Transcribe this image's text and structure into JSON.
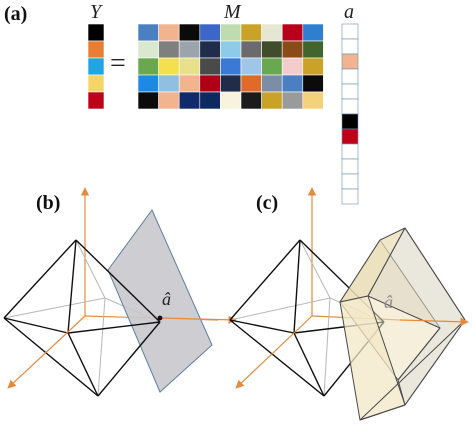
{
  "panels": {
    "a": {
      "label": "(a)"
    },
    "b": {
      "label": "(b)"
    },
    "c": {
      "label": "(c)"
    }
  },
  "labels": {
    "Y": "Y",
    "M": "M",
    "a": "a",
    "equals": "=",
    "a_hat_b": "â",
    "a_hat_c": "â"
  },
  "colors": {
    "axis": "#e88a3c",
    "vector_border": "#6b8fb8",
    "plane_fill": "#c9c8cc",
    "plane_stroke": "#5d7fa6",
    "slab_fill": "#f1e8c9",
    "slab_stroke": "#4a4a4a",
    "edge_dark": "#111111",
    "edge_light": "#b8b8b8"
  },
  "vector_Y": [
    "#000000",
    "#e87e33",
    "#1fa6e0",
    "#f6d465",
    "#c00018"
  ],
  "matrix_M": [
    [
      "#4a7fc1",
      "#f2b48e",
      "#0b0b0b",
      "#3d66c9",
      "#bfdcb0",
      "#c9a227",
      "#e6e6d4",
      "#b8001c",
      "#2f7fd1"
    ],
    [
      "#d9e8cf",
      "#7f7f7f",
      "#9ba3ad",
      "#1f2d4b",
      "#8ecbe8",
      "#6b6b6b",
      "#3f4d2a",
      "#8a4a1a",
      "#41652c"
    ],
    [
      "#6aa84f",
      "#f4e04d",
      "#e8e08a",
      "#4a4a4a",
      "#3c78d8",
      "#9fc5e8",
      "#6aa84f",
      "#f4cccc",
      "#c9a227"
    ],
    [
      "#1e88e5",
      "#90c0e0",
      "#f2b48e",
      "#b00018",
      "#1f2d4b",
      "#e06a2a",
      "#7b8ea6",
      "#4a7fc1",
      "#0b0b0b"
    ],
    [
      "#0b0b0b",
      "#f2b48e",
      "#102a6b",
      "#0b2a5f",
      "#f7f3dc",
      "#1b1b1b",
      "#c9a227",
      "#9a9a9a",
      "#f4d27a"
    ]
  ],
  "vector_a": [
    "#ffffff",
    "#ffffff",
    "#f2b48e",
    "#ffffff",
    "#ffffff",
    "#ffffff",
    "#000000",
    "#c00018",
    "#ffffff",
    "#ffffff",
    "#ffffff",
    "#ffffff"
  ]
}
